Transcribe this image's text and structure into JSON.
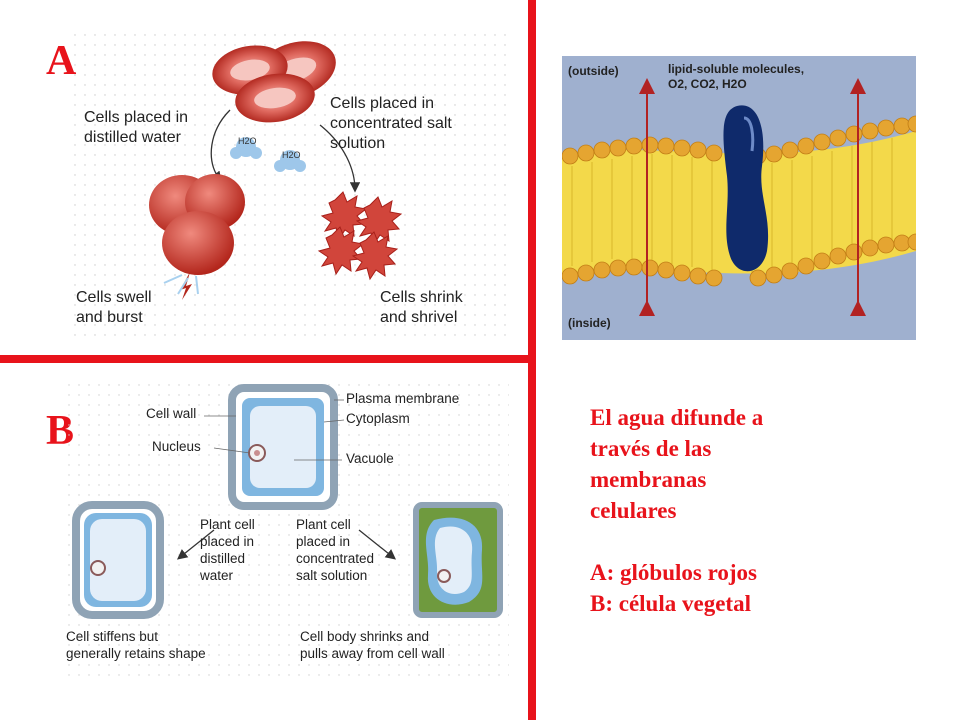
{
  "panel_a": {
    "letter": "A",
    "labels": {
      "distilled": "Cells placed in\ndistilled water",
      "salt": "Cells placed in\nconcentrated salt\nsolution",
      "swell": "Cells swell\nand burst",
      "shrink": "Cells shrink\nand shrivel",
      "h2o_1": "H2O",
      "h2o_2": "H2O"
    },
    "colors": {
      "rbc": "#d9534f",
      "rbc_dark": "#a8201a",
      "water": "#9ec7ea"
    }
  },
  "panel_b": {
    "letter": "B",
    "labels": {
      "cell_wall": "Cell wall",
      "nucleus": "Nucleus",
      "plasma_membrane": "Plasma membrane",
      "cytoplasm": "Cytoplasm",
      "vacuole": "Vacuole",
      "plant_distilled": "Plant cell\nplaced in\ndistilled\nwater",
      "plant_salt": "Plant cell\nplaced in\nconcentrated\nsalt solution",
      "stiffens": "Cell stiffens but\ngenerally retains shape",
      "shrinks": "Cell body shrinks and\npulls away from cell wall"
    },
    "colors": {
      "wall": "#8fa3b5",
      "vacuole": "#e3eef9",
      "cytoplasm": "#7fb6e0",
      "plasmolysis": "#6f9a3e"
    }
  },
  "membrane": {
    "outside": "(outside)",
    "inside": "(inside)",
    "molecules": "lipid-soluble molecules,\nO2, CO2, H2O",
    "colors": {
      "background": "#9fb0cf",
      "heads": "#e5a531",
      "tails": "#f3d94a",
      "protein": "#0f2a6b",
      "arrow": "#b22222"
    }
  },
  "caption": {
    "line1": "El agua difunde a",
    "line2": "través de las",
    "line3": "membranas",
    "line4": "celulares",
    "line5": "A: glóbulos rojos",
    "line6": "B: célula vegetal",
    "color": "#e8131b"
  }
}
